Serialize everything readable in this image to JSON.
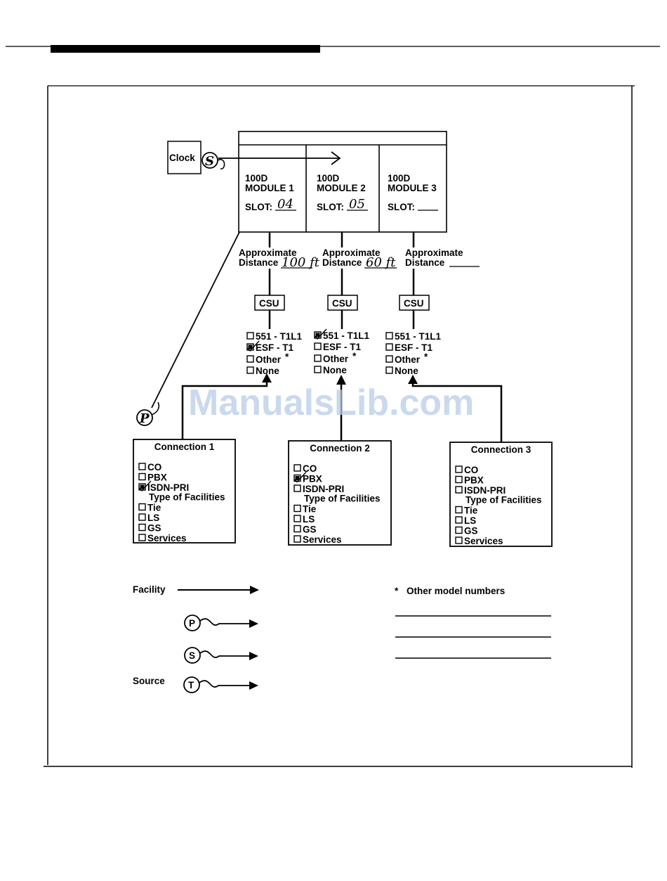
{
  "clock": {
    "label": "Clock",
    "marker": "S"
  },
  "modules": [
    {
      "type": "100D",
      "name": "MODULE 1",
      "slot_label": "SLOT:",
      "slot_value": "04"
    },
    {
      "type": "100D",
      "name": "MODULE 2",
      "slot_label": "SLOT:",
      "slot_value": "05"
    },
    {
      "type": "100D",
      "name": "MODULE 3",
      "slot_label": "SLOT:",
      "slot_value": ""
    }
  ],
  "distance": {
    "line1": "Approximate",
    "line2": "Distance",
    "values": [
      "100 ft",
      "60 ft",
      ""
    ]
  },
  "csu_label": "CSU",
  "csu_options": [
    "551 - T1L1",
    "ESF - T1",
    "Other",
    "None"
  ],
  "other_mark": "*",
  "csu_checked": [
    "ESF - T1",
    "551 - T1L1",
    ""
  ],
  "connections": [
    {
      "title": "Connection 1",
      "checked": "ISDN-PRI"
    },
    {
      "title": "Connection 2",
      "checked": "PBX"
    },
    {
      "title": "Connection 3",
      "checked": ""
    }
  ],
  "connection_options": [
    "CO",
    "PBX",
    "ISDN-PRI"
  ],
  "facility_type_label": "Type of Facilities",
  "facility_types": [
    "Tie",
    "LS",
    "GS",
    "Services"
  ],
  "p_marker": "P",
  "legend": {
    "facility": "Facility",
    "source": "Source",
    "markers": [
      "P",
      "S",
      "T"
    ],
    "other_models": "Other model numbers"
  },
  "watermark": "ManualsLib.com"
}
